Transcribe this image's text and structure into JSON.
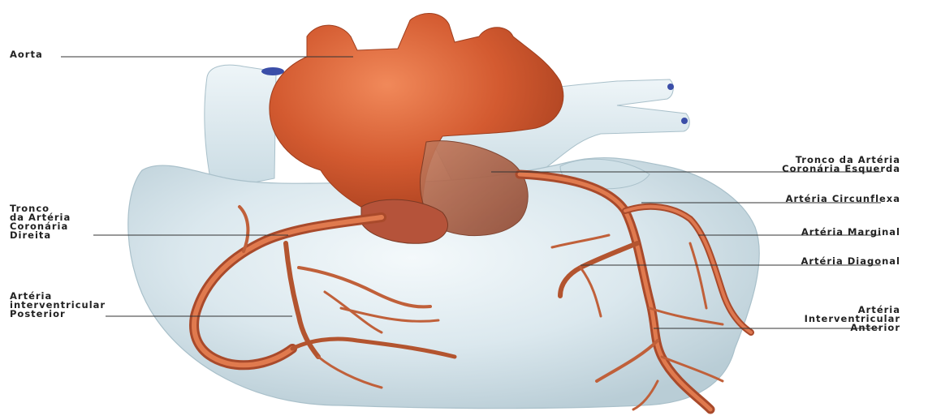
{
  "labels": {
    "aorta": "Aorta",
    "left_trunk": [
      "Tronco da Artéria",
      "Coronária Esquerda"
    ],
    "circumflex": "Artéria Circunflexa",
    "marginal": "Artéria Marginal",
    "diagonal": "Artéria Diagonal",
    "anterior": [
      "Artéria",
      "Interventricular",
      "Anterior"
    ],
    "right_trunk": [
      "Tronco",
      "da Artéria",
      "Coronária",
      "Direita"
    ],
    "posterior": [
      "Artéria",
      "interventricular",
      "Posterior"
    ]
  },
  "colors": {
    "heart": "#dbe8ee",
    "artery": "#c4603a",
    "aorta": "#d35a30",
    "label_text": "#222222",
    "vessel_blue": "#3b4ea8"
  }
}
